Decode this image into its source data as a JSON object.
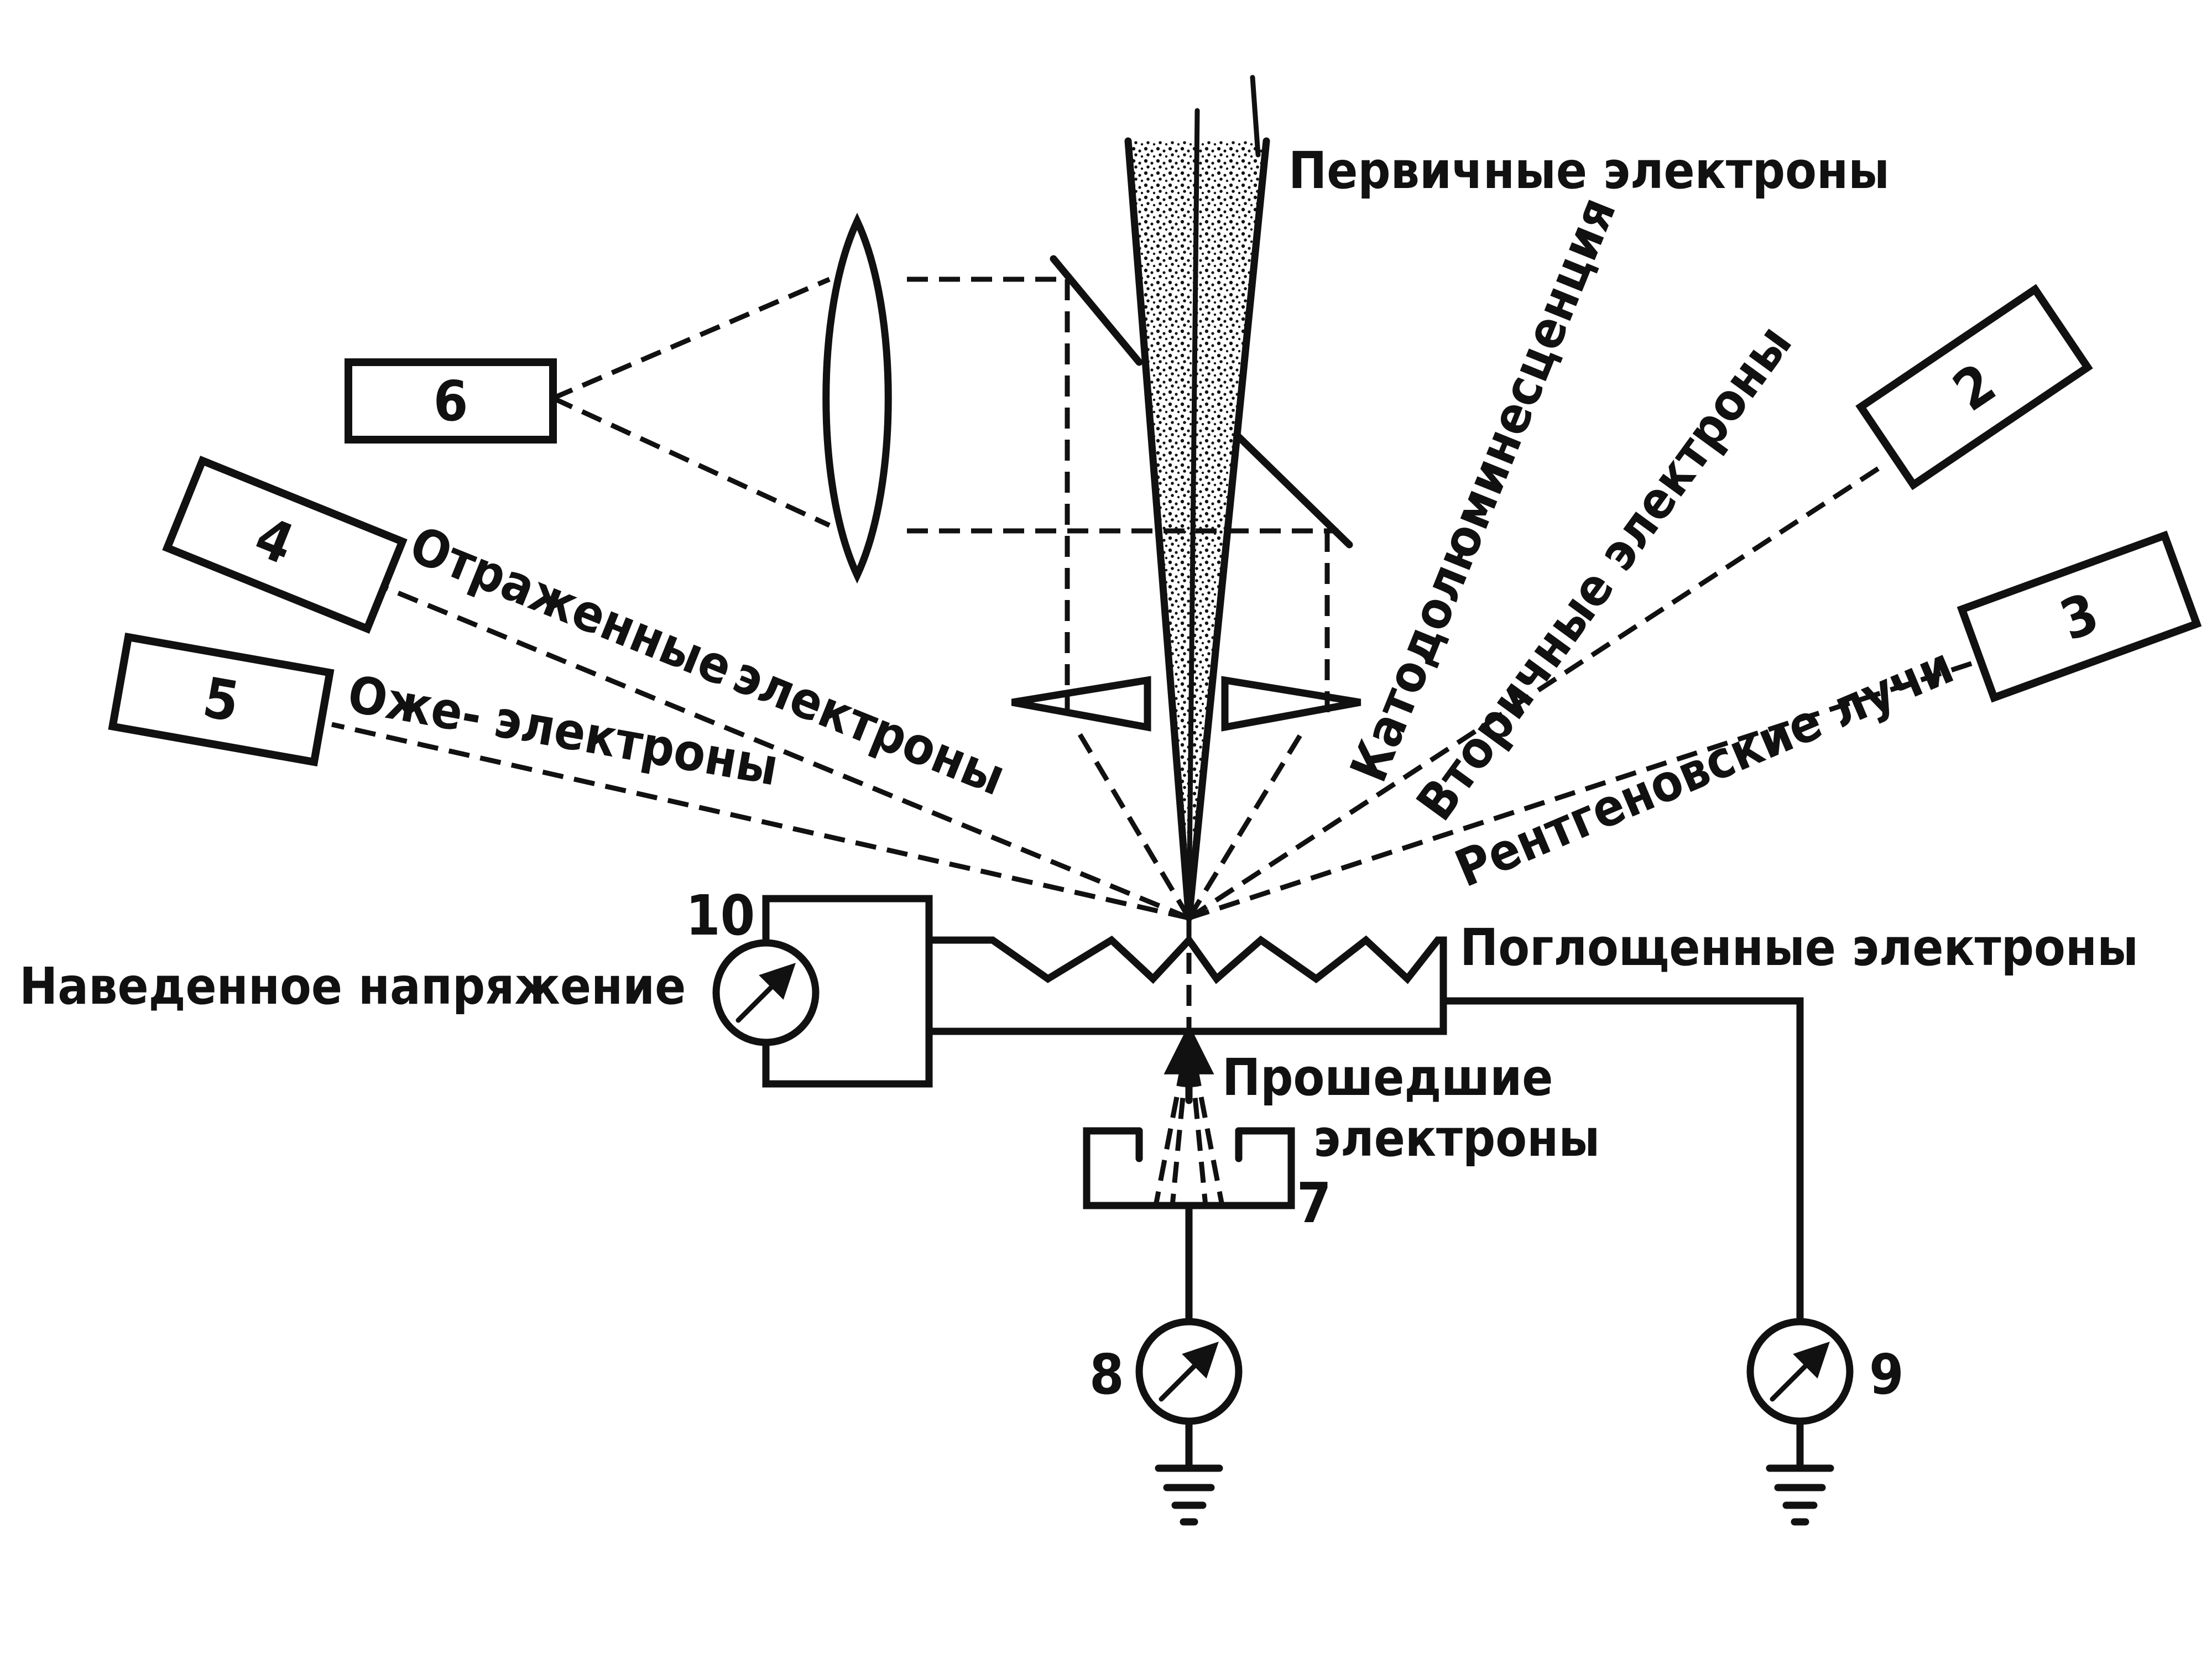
{
  "detectors": {
    "d2": "2",
    "d3": "3",
    "d4": "4",
    "d5": "5",
    "d6": "6"
  },
  "numbers": {
    "n7": "7",
    "n8": "8",
    "n9": "9",
    "n10": "10"
  },
  "signals": {
    "primary": "Первичные электроны",
    "cathodoluminescence": "Катодолюминесценция",
    "secondary": "Вторичные электроны",
    "xray": "Рентгеновские лучи",
    "reflected_1": "Отраженные",
    "reflected_2": "электроны",
    "auger_1": "Оже-",
    "auger_2": "электроны",
    "absorbed": "Поглощенные электроны",
    "induced": "Наведенное напряжение",
    "transmitted_1": "Прошедшие",
    "transmitted_2": "электроны"
  },
  "colors": {
    "ink": "#111111",
    "background": "#ffffff"
  }
}
